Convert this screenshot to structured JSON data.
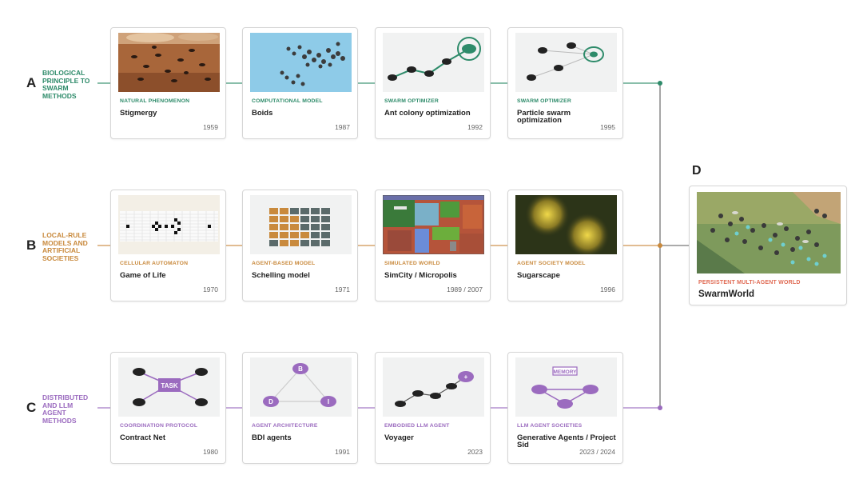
{
  "colors": {
    "a": "#2e8b6a",
    "b": "#c98a3d",
    "c": "#9b6bbf",
    "d": "#e06a53",
    "trunk": "#8f8f8f"
  },
  "rows": [
    {
      "letter": "A",
      "title": "BIOLOGICAL PRINCIPLE TO SWARM METHODS",
      "cards": [
        {
          "category": "NATURAL PHENOMENON",
          "name": "Stigmergy",
          "year": "1959",
          "icon": "ants-photo"
        },
        {
          "category": "COMPUTATIONAL MODEL",
          "name": "Boids",
          "year": "1987",
          "icon": "boids-flock"
        },
        {
          "category": "SWARM OPTIMIZER",
          "name": "Ant colony optimization",
          "year": "1992",
          "icon": "ant-path"
        },
        {
          "category": "SWARM OPTIMIZER",
          "name": "Particle swarm optimization",
          "year": "1995",
          "icon": "particle-swarm"
        }
      ]
    },
    {
      "letter": "B",
      "title": "LOCAL-RULE MODELS AND ARTIFICIAL SOCIETIES",
      "cards": [
        {
          "category": "CELLULAR AUTOMATON",
          "name": "Game of Life",
          "year": "1970",
          "icon": "life-grid"
        },
        {
          "category": "AGENT-BASED MODEL",
          "name": "Schelling model",
          "year": "1971",
          "icon": "schelling-grid"
        },
        {
          "category": "SIMULATED WORLD",
          "name": "SimCity / Micropolis",
          "year": "1989 / 2007",
          "icon": "simcity-map"
        },
        {
          "category": "AGENT SOCIETY MODEL",
          "name": "Sugarscape",
          "year": "1996",
          "icon": "sugarscape-field"
        }
      ]
    },
    {
      "letter": "C",
      "title": "DISTRIBUTED AND LLM AGENT METHODS",
      "cards": [
        {
          "category": "COORDINATION PROTOCOL",
          "name": "Contract Net",
          "year": "1980",
          "icon": "task-network",
          "node_label": "TASK"
        },
        {
          "category": "AGENT ARCHITECTURE",
          "name": "BDI agents",
          "year": "1991",
          "icon": "bdi-triangle",
          "node_labels": [
            "B",
            "D",
            "I"
          ]
        },
        {
          "category": "EMBODIED LLM AGENT",
          "name": "Voyager",
          "year": "2023",
          "icon": "voyager-path",
          "node_label": "+"
        },
        {
          "category": "LLM AGENT SOCIETIES",
          "name": "Generative Agents / Project Sid",
          "year": "2023 / 2024",
          "icon": "agent-society",
          "node_label": "MEMORY"
        }
      ]
    }
  ],
  "result": {
    "letter": "D",
    "category": "PERSISTENT MULTI-AGENT WORLD",
    "name": "SwarmWorld",
    "icon": "swarmworld-scene"
  }
}
